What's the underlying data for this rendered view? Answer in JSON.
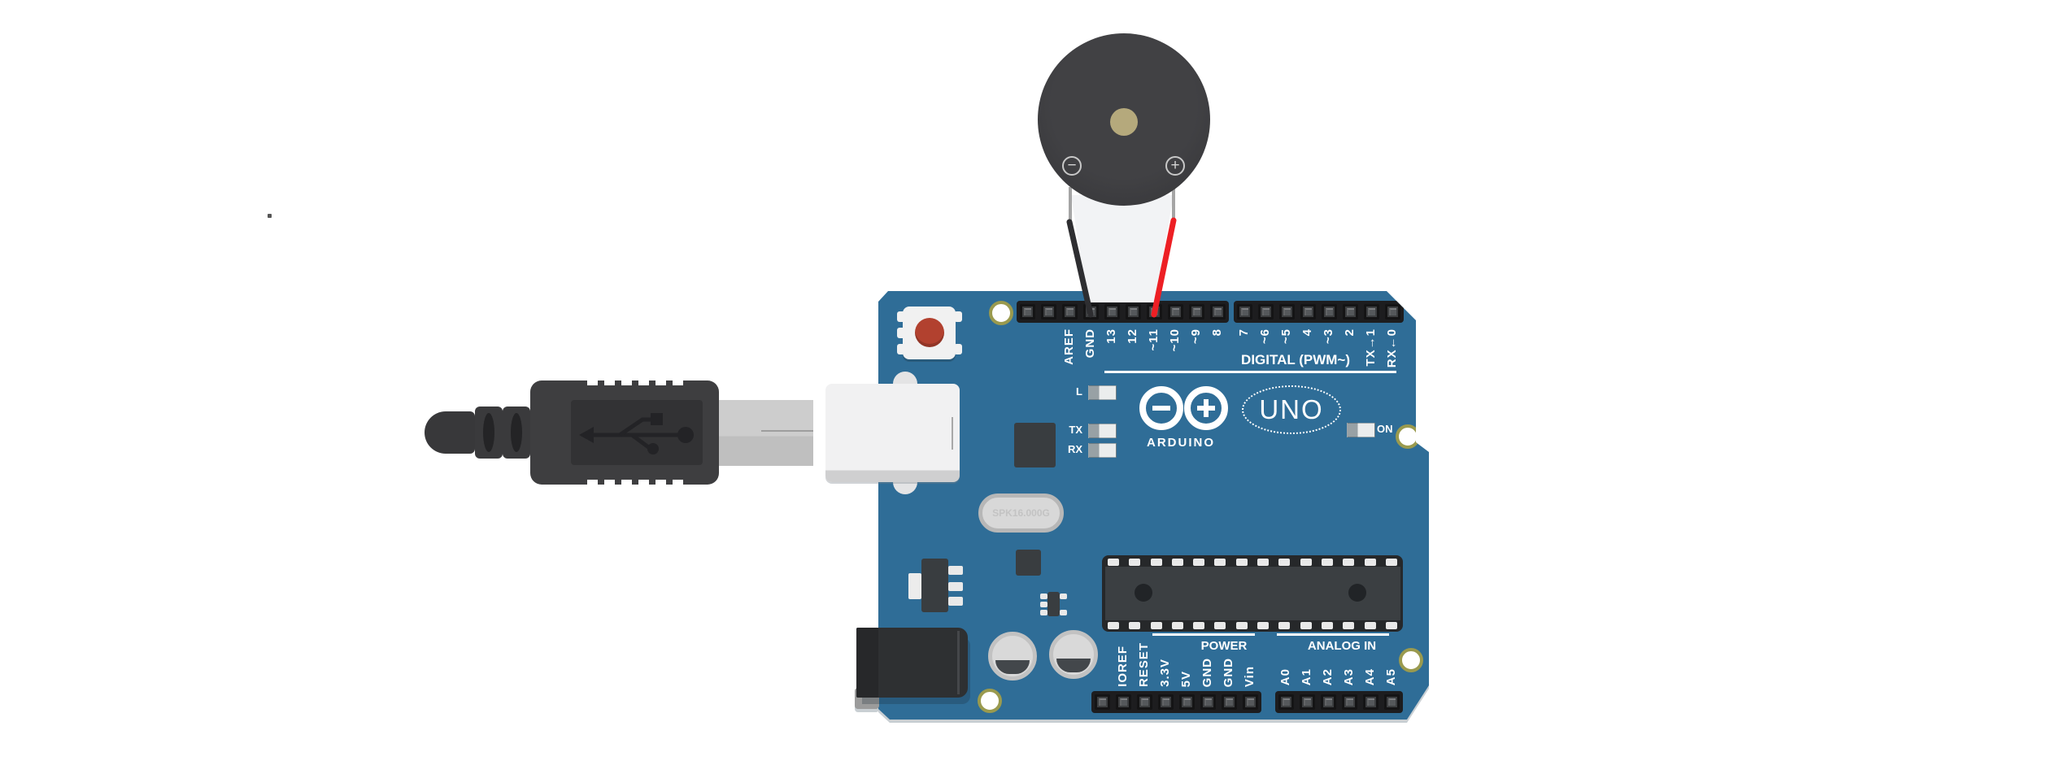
{
  "scene": {
    "background": "#ffffff",
    "accent_board_blue": "#2f6d97",
    "wire_negative_color": "#2e2e31",
    "wire_positive_color": "#ed1f24"
  },
  "buzzer": {
    "minus_symbol": "−",
    "plus_symbol": "+",
    "body_color": "#3a3a3d",
    "piezo_dot_color": "#b5a97c"
  },
  "board": {
    "brand": "ARDUINO",
    "model": "UNO",
    "crystal_marking": "SPK16.000G",
    "digital_section_label": "DIGITAL (PWM~)",
    "power_section_label": "POWER",
    "analog_section_label": "ANALOG IN",
    "digital_left": [
      "AREF",
      "GND",
      "13",
      "12",
      "~11",
      "~10",
      "~9",
      "8"
    ],
    "digital_right": [
      "7",
      "~6",
      "~5",
      "4",
      "~3",
      "2",
      "TX→1",
      "RX←0"
    ],
    "power_pins": [
      "IOREF",
      "RESET",
      "3.3V",
      "5V",
      "GND",
      "GND",
      "Vin"
    ],
    "analog_pins": [
      "A0",
      "A1",
      "A2",
      "A3",
      "A4",
      "A5"
    ],
    "leds": {
      "l": "L",
      "tx": "TX",
      "rx": "RX",
      "on": "ON"
    }
  }
}
